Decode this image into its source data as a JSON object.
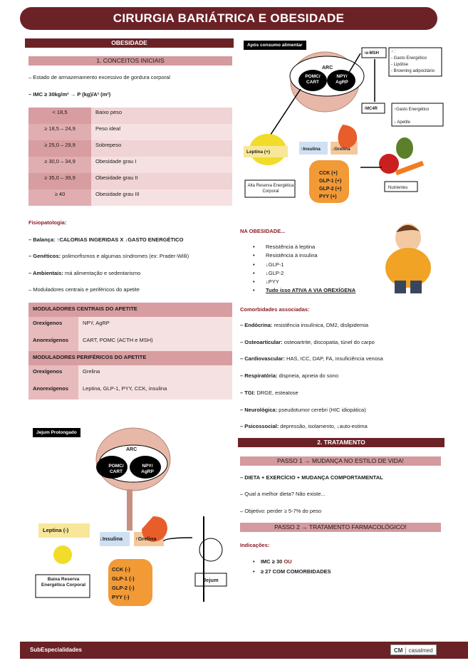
{
  "title": "CIRURGIA BARIÁTRICA E OBESIDADE",
  "left": {
    "section": "OBESIDADE",
    "sub1": "1. CONCEITOS INICIAIS",
    "line1": "– Estado de armazenamento excessivo de gordura corporal",
    "line2": "– IMC ≥ 30kg/m² → P (kg)/A² (m²)",
    "imc_rows": [
      {
        "range": "< 18,5",
        "label": "Baixo peso"
      },
      {
        "range": "≥ 18,5 – 24,9",
        "label": "Peso ideal"
      },
      {
        "range": "≥ 25,0 – 29,9",
        "label": "Sobrepeso"
      },
      {
        "range": "≥ 30,0 – 34,9",
        "label": "Obesidade grau I"
      },
      {
        "range": "≥ 35,0 – 39,9",
        "label": "Obesidade grau II"
      },
      {
        "range": "≥ 40",
        "label": "Obesidade grau III"
      }
    ],
    "fisio_title": "Fisiopatologia:",
    "fisio": [
      {
        "bold": "– Balança: ↑CALORIAS INGERIDAS X ↓GASTO ENERGÉTICO",
        "rest": ""
      },
      {
        "bold": "– Genéticos:",
        "rest": " polimorfismos e algumas síndromes (ex: Prader-Willi)"
      },
      {
        "bold": "– Ambientais:",
        "rest": " má alimentação e sedentarismo"
      },
      {
        "bold": "",
        "rest": "– Moduladores centrais e periféricos do apetite"
      }
    ],
    "central_head": "MODULADORES CENTRAIS DO APETITE",
    "central": [
      {
        "k": "Orexígenos",
        "v": "NPY, AgRP"
      },
      {
        "k": "Anorexígenos",
        "v": "CART, POMC (ACTH e MSH)"
      }
    ],
    "peripheral_head": "MODULADORES PERIFÉRICOS DO APETITE",
    "peripheral": [
      {
        "k": "Orexígenos",
        "v": "Grelina"
      },
      {
        "k": "Anorexígenos",
        "v": "Leptina, GLP-1, PYY, CCK, insulina"
      }
    ]
  },
  "fig_top": {
    "tag": "Após consumo alimentar",
    "arc": "ARC",
    "pomc": "POMC/ CART",
    "npy": "NPY/ AgRP",
    "msh": "↑α-MSH",
    "effects": [
      "↑ :",
      "- Gasto Energético",
      "- Lipólise",
      "- Browning adipocitário"
    ],
    "mc4r": "↑MC4R",
    "gasto": "↑Gasto Energético",
    "apetite": "↓ Apetite",
    "leptina": "Leptina (+)",
    "insulina": "↑Insulina",
    "grelina": "↓Grelina",
    "reserva": "Alta Reserva Energética Corporal",
    "nutrientes": "Nutrientes",
    "gut": [
      "CCK (+)",
      "GLP-1 (+)",
      "GLP-2 (+)",
      "PYY (+)"
    ]
  },
  "fig_bottom": {
    "tag": "Jejum Prolongado",
    "arc": "ARC",
    "pomc": "POMC/ CART",
    "npy": "NPY/ AgRP",
    "leptina": "Leptina (-)",
    "insulina": "↓Insulina",
    "grelina": "↑Grelina",
    "reserva": "Baixa Reserva Energética Corporal",
    "jejum": "Jejum",
    "gut": [
      "CCK (-)",
      "GLP-1 (-)",
      "GLP-2 (-)",
      "PYY (-)"
    ]
  },
  "right": {
    "obesity_title": "NA OBESIDADE...",
    "obesity_list": [
      "Resistência à leptina",
      "Resistência à insulina",
      "↓GLP-1",
      "↓GLP-2",
      "↓PYY",
      "Tudo isso ATIVA A VIA OREXÍGENA"
    ],
    "comorb_title": "Comorbidades associadas:",
    "comorb": [
      {
        "k": "– Endócrina:",
        "v": " resistência insulínica, DM2, dislipidemia"
      },
      {
        "k": "– Osteoarticular:",
        "v": " osteoartrite, discopatia, túnel do carpo"
      },
      {
        "k": "– Cardiovascular:",
        "v": " HAS, ICC, DAP, FA, insuficiência venosa"
      },
      {
        "k": "– Respiratória:",
        "v": " dispneia, apneia do sono"
      },
      {
        "k": "– TGI:",
        "v": " DRGE, esteatose"
      },
      {
        "k": "– Neurológica:",
        "v": " pseudotumor cerebri (HIC idiopática)"
      },
      {
        "k": "– Psicossocial:",
        "v": " depressão, isolamento, ↓auto-estima"
      }
    ],
    "sec2": "2. TRATAMENTO",
    "passo1": "PASSO 1 → MUDANÇA NO ESTILO DE VIDA!",
    "p1_lines": [
      "– DIETA + EXERCÍCIO + MUDANÇA COMPORTAMENTAL",
      "– Qual a melhor dieta? Não existe...",
      "– Objetivo: perder ≥ 5-7% do peso"
    ],
    "passo2": "PASSO 2 → TRATAMENTO FARMACOLÓGICO!",
    "indic_title": "Indicações:",
    "indic1_a": "IMC ≥ 30 ",
    "indic1_b": "OU",
    "indic2": "≥ 27 COM COMORBIDADES"
  },
  "footer": {
    "brand": "SubEspecialidades",
    "logo_a": "CM",
    "logo_b": "casalmed"
  }
}
